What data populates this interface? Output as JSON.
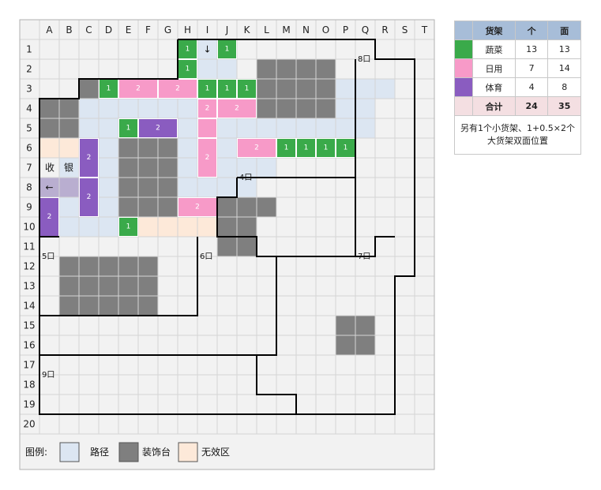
{
  "columns": [
    "A",
    "B",
    "C",
    "D",
    "E",
    "F",
    "G",
    "H",
    "I",
    "J",
    "K",
    "L",
    "M",
    "N",
    "O",
    "P",
    "Q",
    "R",
    "S",
    "T"
  ],
  "rows": [
    "1",
    "2",
    "3",
    "4",
    "5",
    "6",
    "7",
    "8",
    "9",
    "10",
    "11",
    "12",
    "13",
    "14",
    "15",
    "16",
    "17",
    "18",
    "19",
    "20"
  ],
  "colors": {
    "veg": "#3aaa4a",
    "daily": "#f79ac8",
    "sport": "#8a5cc0",
    "path": "#dce6f2",
    "decor": "#7f7f7f",
    "invalid": "#fde9d9",
    "zone": "#f2f2f2",
    "grid": "#d4d4d4"
  },
  "shelves": [
    {
      "type": "veg",
      "c": 7,
      "r": 0,
      "label": "1"
    },
    {
      "type": "veg",
      "c": 9,
      "r": 0,
      "label": "1"
    },
    {
      "type": "veg",
      "c": 7,
      "r": 1,
      "label": "1"
    },
    {
      "type": "veg",
      "c": 3,
      "r": 2,
      "label": "1"
    },
    {
      "type": "daily",
      "c": 4,
      "r": 2,
      "w": 2,
      "label": "2"
    },
    {
      "type": "daily",
      "c": 6,
      "r": 2,
      "w": 2,
      "label": "2"
    },
    {
      "type": "veg",
      "c": 8,
      "r": 2,
      "label": "1"
    },
    {
      "type": "veg",
      "c": 9,
      "r": 2,
      "label": "1"
    },
    {
      "type": "veg",
      "c": 10,
      "r": 2,
      "label": "1"
    },
    {
      "type": "daily",
      "c": 8,
      "r": 3,
      "label": "2"
    },
    {
      "type": "daily",
      "c": 9,
      "r": 3,
      "w": 2,
      "label": "2"
    },
    {
      "type": "daily",
      "c": 8,
      "r": 4
    },
    {
      "type": "veg",
      "c": 4,
      "r": 4,
      "label": "1"
    },
    {
      "type": "sport",
      "c": 5,
      "r": 4,
      "w": 2,
      "label": "2"
    },
    {
      "type": "daily",
      "c": 8,
      "r": 5,
      "h": 2,
      "label": "2"
    },
    {
      "type": "sport",
      "c": 2,
      "r": 5,
      "h": 2,
      "label": "2"
    },
    {
      "type": "daily",
      "c": 10,
      "r": 5,
      "w": 2,
      "label": "2"
    },
    {
      "type": "veg",
      "c": 12,
      "r": 5,
      "label": "1"
    },
    {
      "type": "veg",
      "c": 13,
      "r": 5,
      "label": "1"
    },
    {
      "type": "veg",
      "c": 14,
      "r": 5,
      "label": "1"
    },
    {
      "type": "veg",
      "c": 15,
      "r": 5,
      "label": "1"
    },
    {
      "type": "sport",
      "c": 2,
      "r": 7,
      "h": 2,
      "label": "2"
    },
    {
      "type": "sport",
      "c": 0,
      "r": 8,
      "h": 2,
      "label": "2"
    },
    {
      "type": "daily",
      "c": 7,
      "r": 8,
      "w": 2,
      "label": "2"
    },
    {
      "type": "veg",
      "c": 4,
      "r": 9,
      "label": "1"
    }
  ],
  "texts": {
    "arrow_down": "↓",
    "arrow_left": "←",
    "cashier": "收　银",
    "legend_title": "图例:",
    "legend_path": "路径",
    "legend_decor": "装饰台",
    "legend_invalid": "无效区"
  },
  "entrances": [
    {
      "label": "8口",
      "c": 16,
      "r": 1
    },
    {
      "label": "4口",
      "c": 10,
      "r": 7
    },
    {
      "label": "5口",
      "c": 0,
      "r": 11
    },
    {
      "label": "6口",
      "c": 8,
      "r": 11
    },
    {
      "label": "7口",
      "c": 16,
      "r": 11
    },
    {
      "label": "9口",
      "c": 0,
      "r": 17
    }
  ],
  "table": {
    "headers": [
      "",
      "货架",
      "个",
      "面"
    ],
    "rows": [
      {
        "type": "veg",
        "name": "蔬菜",
        "count": "13",
        "faces": "13"
      },
      {
        "type": "daily",
        "name": "日用",
        "count": "7",
        "faces": "14"
      },
      {
        "type": "sport",
        "name": "体育",
        "count": "4",
        "faces": "8"
      }
    ],
    "total": {
      "name": "合计",
      "count": "24",
      "faces": "35"
    },
    "note": "另有1个小货架、1+0.5×2个大货架双面位置"
  }
}
